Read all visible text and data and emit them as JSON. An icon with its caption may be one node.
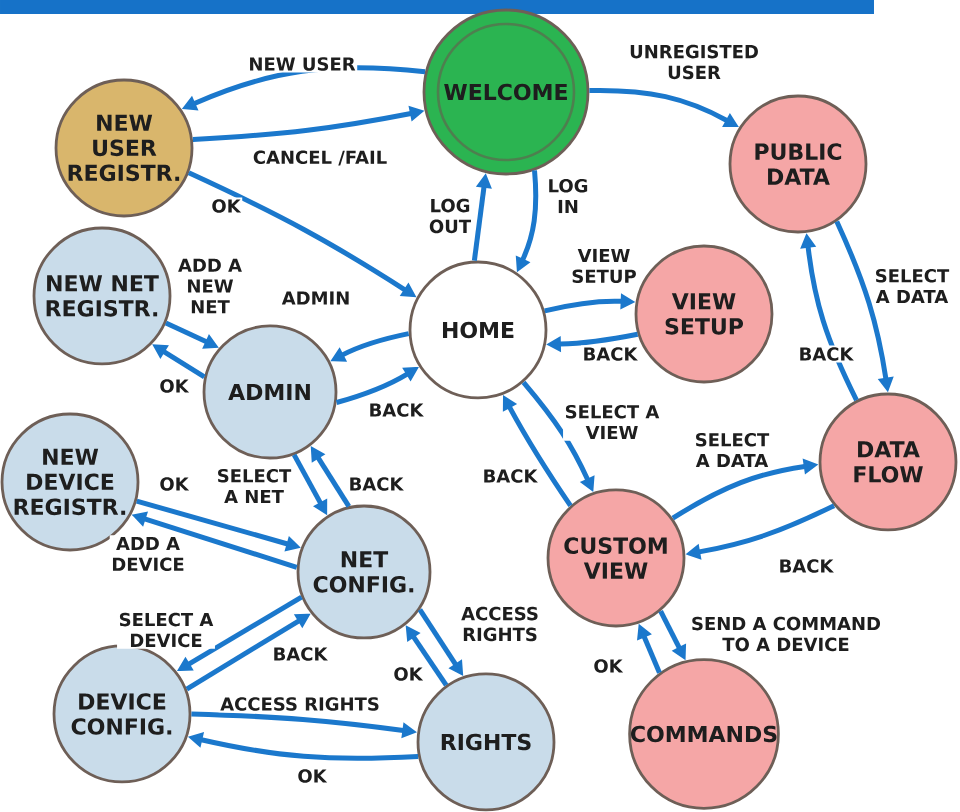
{
  "diagram": {
    "nodes": [
      {
        "text": [
          "WELCOME"
        ]
      },
      {
        "text": [
          "NEW USER REGISTR."
        ]
      },
      {
        "text": [
          "PUBLIC DATA"
        ]
      },
      {
        "text": [
          "NEW NET REGISTR."
        ]
      },
      {
        "text": [
          "HOME"
        ]
      },
      {
        "text": [
          "VIEW SETUP"
        ]
      },
      {
        "text": [
          "ADMIN"
        ]
      },
      {
        "text": [
          "DATA FLOW"
        ]
      },
      {
        "text": [
          "NEW DEVICE REGISTR."
        ]
      },
      {
        "text": [
          "CUSTOM VIEW"
        ]
      },
      {
        "text": [
          "NET CONFIG."
        ]
      },
      {
        "text": [
          "DEVICE CONFIG."
        ]
      },
      {
        "text": [
          "RIGHTS"
        ]
      },
      {
        "text": [
          "COMMANDS"
        ]
      }
    ],
    "edges": [
      {
        "from": 0,
        "to": 1,
        "arrow": "to",
        "label": "NEW USER"
      },
      {
        "from": 1,
        "to": 0,
        "arrow": "to",
        "label": "CANCEL /FAIL"
      },
      {
        "from": 1,
        "to": 4,
        "arrow": "to",
        "label": "OK"
      },
      {
        "from": 0,
        "to": 2,
        "arrow": "to",
        "label": "UNREGISTED USER"
      },
      {
        "from": 4,
        "to": 0,
        "arrow": "to",
        "label": "LOG OUT"
      },
      {
        "from": 0,
        "to": 4,
        "arrow": "to",
        "label": "LOG IN"
      },
      {
        "from": 4,
        "to": 5,
        "arrow": "to",
        "label": "VIEW SETUP"
      },
      {
        "from": 5,
        "to": 4,
        "arrow": "to",
        "label": "BACK"
      },
      {
        "from": 2,
        "to": 7,
        "arrow": "to",
        "label": "SELECT A DATA"
      },
      {
        "from": 7,
        "to": 2,
        "arrow": "to",
        "label": "BACK"
      },
      {
        "from": 4,
        "to": 6,
        "arrow": "to",
        "label": "ADMIN"
      },
      {
        "from": 6,
        "to": 4,
        "arrow": "to",
        "label": "BACK"
      },
      {
        "from": 6,
        "to": 3,
        "arrow": "to",
        "label": "OK"
      },
      {
        "from": 3,
        "to": 6,
        "arrow": "to",
        "label": "ADD A NEW NET"
      },
      {
        "from": 6,
        "to": 10,
        "arrow": "to",
        "label": "SELECT A NET"
      },
      {
        "from": 10,
        "to": 6,
        "arrow": "to",
        "label": "BACK"
      },
      {
        "from": 4,
        "to": 9,
        "arrow": "to",
        "label": "SELECT A VIEW"
      },
      {
        "from": 9,
        "to": 4,
        "arrow": "to",
        "label": "BACK"
      },
      {
        "from": 9,
        "to": 7,
        "arrow": "to",
        "label": "SELECT A DATA"
      },
      {
        "from": 7,
        "to": 9,
        "arrow": "to",
        "label": "BACK"
      },
      {
        "from": 8,
        "to": 10,
        "arrow": "to",
        "label": "OK"
      },
      {
        "from": 10,
        "to": 8,
        "arrow": "to",
        "label": "ADD A DEVICE"
      },
      {
        "from": 10,
        "to": 11,
        "arrow": "to",
        "label": "SELECT A DEVICE"
      },
      {
        "from": 11,
        "to": 10,
        "arrow": "to",
        "label": "BACK"
      },
      {
        "from": 10,
        "to": 12,
        "arrow": "to",
        "label": "ACCESS RIGHTS"
      },
      {
        "from": 12,
        "to": 10,
        "arrow": "to",
        "label": "OK"
      },
      {
        "from": 11,
        "to": 12,
        "arrow": "to",
        "label": "ACCESS RIGHTS"
      },
      {
        "from": 12,
        "to": 11,
        "arrow": "to",
        "label": "OK"
      },
      {
        "from": 9,
        "to": 13,
        "arrow": "to",
        "label": "SEND A COMMAND TO A DEVICE"
      },
      {
        "from": 13,
        "to": 9,
        "arrow": "to",
        "label": "OK"
      }
    ]
  }
}
